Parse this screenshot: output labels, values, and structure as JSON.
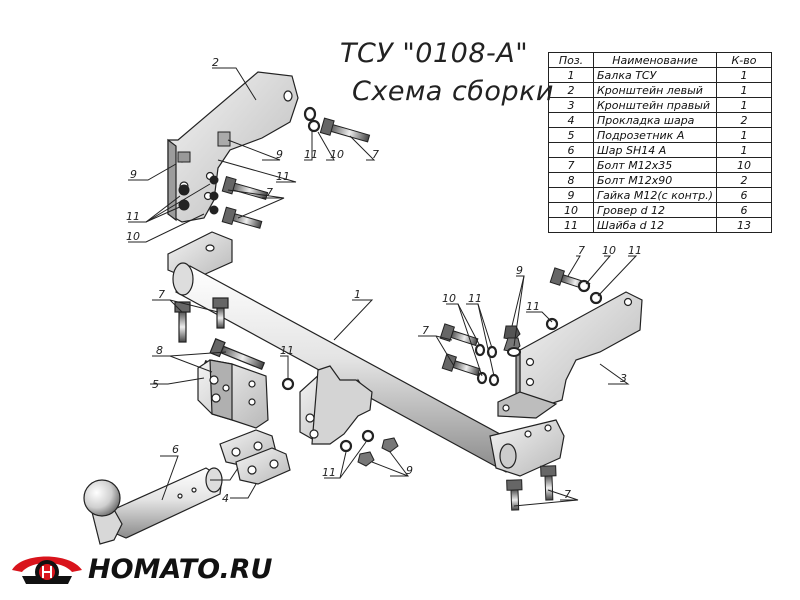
{
  "title": {
    "line1": "ТСУ \"0108-А\"",
    "line2": "Схема сборки"
  },
  "parts_table": {
    "headers": [
      "Поз.",
      "Наименование",
      "К-во"
    ],
    "rows": [
      [
        "1",
        "Балка ТСУ",
        "1"
      ],
      [
        "2",
        "Кронштейн левый",
        "1"
      ],
      [
        "3",
        "Кронштейн правый",
        "1"
      ],
      [
        "4",
        "Прокладка шара",
        "2"
      ],
      [
        "5",
        "Подрозетник А",
        "1"
      ],
      [
        "6",
        "Шар SH14 А",
        "1"
      ],
      [
        "7",
        "Болт М12х35",
        "10"
      ],
      [
        "8",
        "Болт М12х90",
        "2"
      ],
      [
        "9",
        "Гайка М12(с контр.)",
        "6"
      ],
      [
        "10",
        "Гровер d 12",
        "6"
      ],
      [
        "11",
        "Шайба d 12",
        "13"
      ]
    ]
  },
  "callouts": {
    "c1": "1",
    "c2": "2",
    "c3": "3",
    "c4": "4",
    "c5": "5",
    "c6": "6",
    "c7a": "7",
    "c7b": "7",
    "c7c": "7",
    "c7d": "7",
    "c7e": "7",
    "c7f": "7",
    "c8": "8",
    "c9a": "9",
    "c9b": "9",
    "c9c": "9",
    "c9d": "9",
    "c10a": "10",
    "c10b": "10",
    "c10c": "10",
    "c10d": "10",
    "c11a": "11",
    "c11b": "11",
    "c11c": "11",
    "c11d": "11",
    "c11e": "11",
    "c11f": "11",
    "c11g": "11",
    "c11h": "11"
  },
  "logo": {
    "text": "HOMATO.RU",
    "colors": {
      "red": "#d9141c",
      "dark": "#111111"
    }
  }
}
